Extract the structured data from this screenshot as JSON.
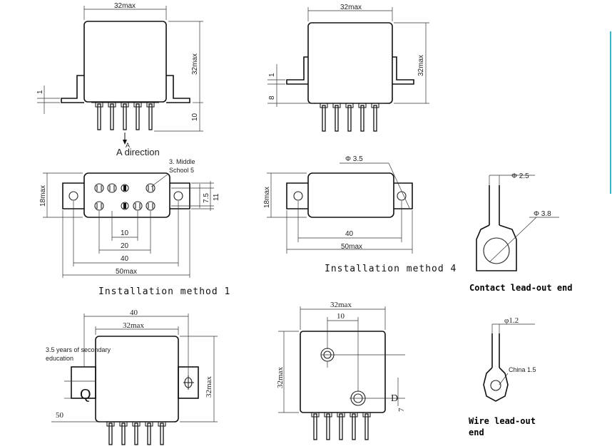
{
  "drawings": {
    "top_left": {
      "width_dim": "32max",
      "height_dim": "32max",
      "flange_dim": "1",
      "pin_dim": "10",
      "direction_mark": "A",
      "direction_label": "A direction"
    },
    "top_right": {
      "width_dim": "32max",
      "height_dim": "32max",
      "flange_dim": "1",
      "pin_dim": "8"
    },
    "method1": {
      "note_line1": "3. Middle",
      "note_line2": "School 5",
      "height_dim": "18max",
      "dim_7_5": "7.5",
      "dim_11": "11",
      "dim_10": "10",
      "dim_20": "20",
      "dim_40": "40",
      "dim_50": "50max",
      "caption": "Installation method 1"
    },
    "method4": {
      "hole_dim": "Φ 3.5",
      "height_dim": "18max",
      "dim_40": "40",
      "dim_50": "50max",
      "caption": "Installation method 4"
    },
    "contact": {
      "dim_2_5": "Φ 2.5",
      "dim_3_8": "Φ 3.8",
      "caption": "Contact lead-out end"
    },
    "bottom_left": {
      "dim_40": "40",
      "dim_32": "32max",
      "height_dim": "32max",
      "note_line1": "3.5 years of secondary",
      "note_line2": "education",
      "letter_q": "Q",
      "dim_50": "50"
    },
    "bottom_mid": {
      "dim_32": "32max",
      "dim_10": "10",
      "height_dim": "32max",
      "letter_d": "D",
      "dim_7": "7"
    },
    "wire": {
      "dim_1_2": "φ1.2",
      "dim_1_5": "China 1.5",
      "caption_line1": "Wire lead-out",
      "caption_line2": "end"
    }
  }
}
